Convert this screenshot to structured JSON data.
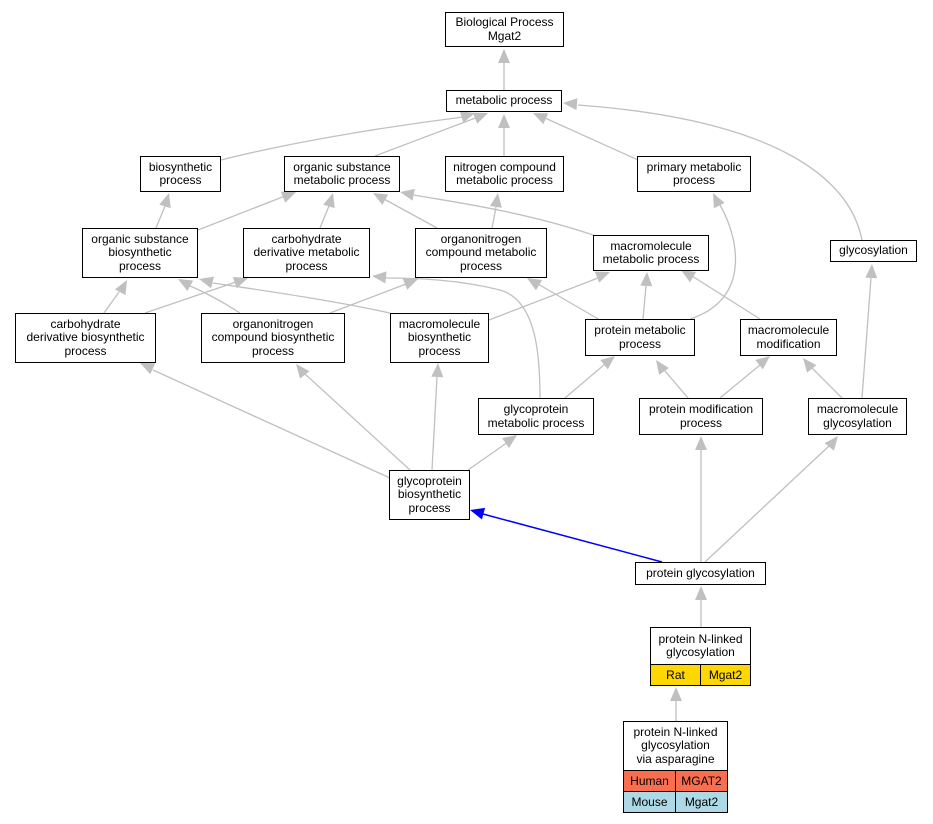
{
  "colors": {
    "edge": "#c0c0c0",
    "highlight_edge": "#0000ff",
    "rat": "#ffd700",
    "human": "#fa6e50",
    "mouse": "#add8e6"
  },
  "nodes": {
    "root": "Biological Process\nMgat2",
    "metabolic": "metabolic process",
    "biosynthetic": "biosynthetic\nprocess",
    "organic_substance_metabolic": "organic substance\nmetabolic process",
    "nitrogen_compound_metabolic": "nitrogen compound\nmetabolic process",
    "primary_metabolic": "primary metabolic\nprocess",
    "organic_substance_biosynthetic": "organic substance\nbiosynthetic\nprocess",
    "carbohydrate_derivative_metabolic": "carbohydrate\nderivative metabolic\nprocess",
    "organonitrogen_compound_metabolic": "organonitrogen\ncompound metabolic\nprocess",
    "macromolecule_metabolic": "macromolecule\nmetabolic process",
    "glycosylation": "glycosylation",
    "carbohydrate_derivative_biosynthetic": "carbohydrate\nderivative biosynthetic\nprocess",
    "organonitrogen_compound_biosynthetic": "organonitrogen\ncompound biosynthetic\nprocess",
    "macromolecule_biosynthetic": "macromolecule\nbiosynthetic\nprocess",
    "protein_metabolic": "protein metabolic\nprocess",
    "macromolecule_modification": "macromolecule\nmodification",
    "glycoprotein_metabolic": "glycoprotein\nmetabolic process",
    "protein_modification": "protein modification\nprocess",
    "macromolecule_glycosylation": "macromolecule\nglycosylation",
    "glycoprotein_biosynthetic": "glycoprotein\nbiosynthetic\nprocess",
    "protein_glycosylation": "protein glycosylation",
    "protein_n_linked": "protein N-linked\nglycosylation",
    "protein_n_linked_asparagine": "protein N-linked\nglycosylation\nvia asparagine"
  },
  "annotations": {
    "protein_n_linked": [
      {
        "species": "Rat",
        "gene": "Mgat2"
      }
    ],
    "protein_n_linked_asparagine": [
      {
        "species": "Human",
        "gene": "MGAT2"
      },
      {
        "species": "Mouse",
        "gene": "Mgat2"
      }
    ]
  }
}
